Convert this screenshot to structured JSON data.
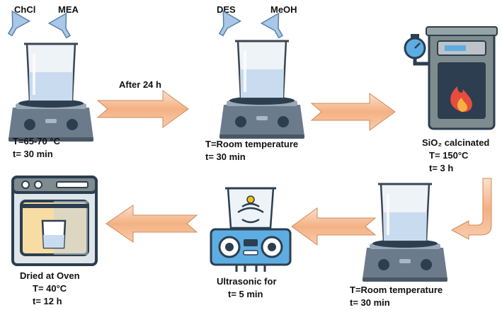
{
  "colors": {
    "arrow_fill": "#f4b183",
    "arrow_stroke": "#c55a11",
    "stirrer_body": "#5d6d7e",
    "liquid": "#c9dbef",
    "oven_body": "#7f8c8d",
    "flame": "#e74c3c",
    "ultrasonic_body": "#5dade2"
  },
  "step1": {
    "reagent_left": "ChCl",
    "reagent_right": "MEA",
    "temp": "T=65-70 °C",
    "time": "t= 30 min"
  },
  "arrow1": {
    "label": "After 24 h"
  },
  "step2": {
    "reagent_left": "DES",
    "reagent_right": "MeOH",
    "temp": "T=Room temperature",
    "time": "t= 30 min"
  },
  "step3": {
    "material": "SiO₂ calcinated",
    "temp": "T= 150°C",
    "time": "t= 3 h"
  },
  "step4": {
    "temp": "T=Room temperature",
    "time": "t= 30 min"
  },
  "step5": {
    "line1": "Ultrasonic for",
    "line2": "t= 5 min"
  },
  "step6": {
    "line1": "Dried at Oven",
    "line2": "T= 40°C",
    "line3": "t= 12 h"
  }
}
